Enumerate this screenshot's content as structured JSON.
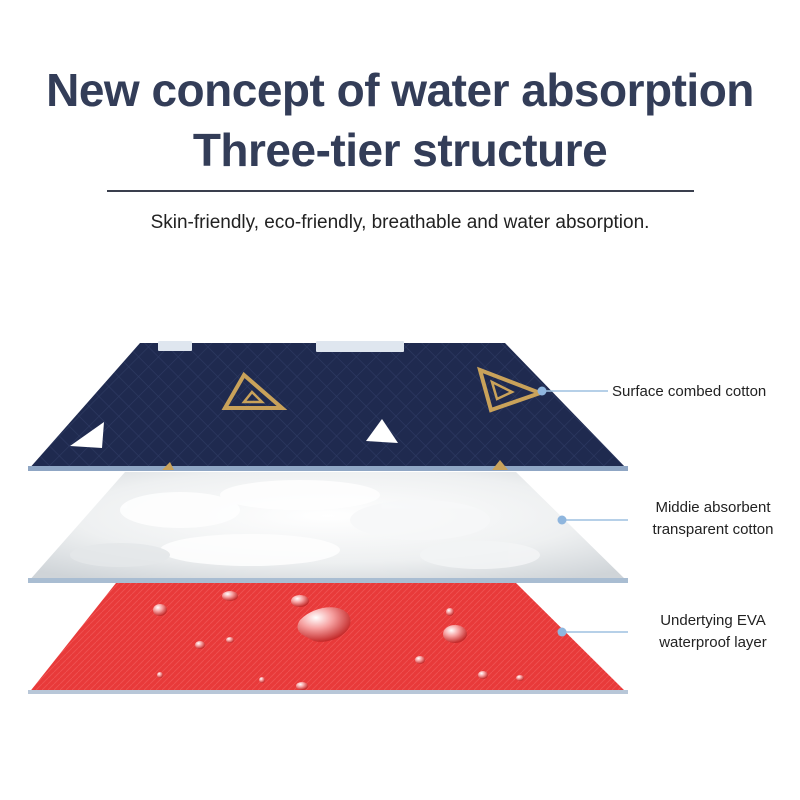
{
  "header": {
    "title_line1": "New concept of water absorption",
    "title_line2": "Three-tier structure",
    "subtitle": "Skin-friendly, eco-friendly, breathable and water absorption."
  },
  "layers": [
    {
      "label_lines": [
        "Surface combed cotton"
      ],
      "color": "#1f2a4f",
      "pattern": "quilted-triangles"
    },
    {
      "label_lines": [
        "Middie absorbent",
        "transparent cotton"
      ],
      "color": "#e9ebec",
      "pattern": "fluffy-cotton"
    },
    {
      "label_lines": [
        "Undertying EVA",
        "waterproof layer"
      ],
      "color": "#ea3c3c",
      "pattern": "water-droplets"
    }
  ],
  "colors": {
    "title": "#333d58",
    "leader": "#9ec0e0",
    "accent_gold": "#c9a25a"
  }
}
